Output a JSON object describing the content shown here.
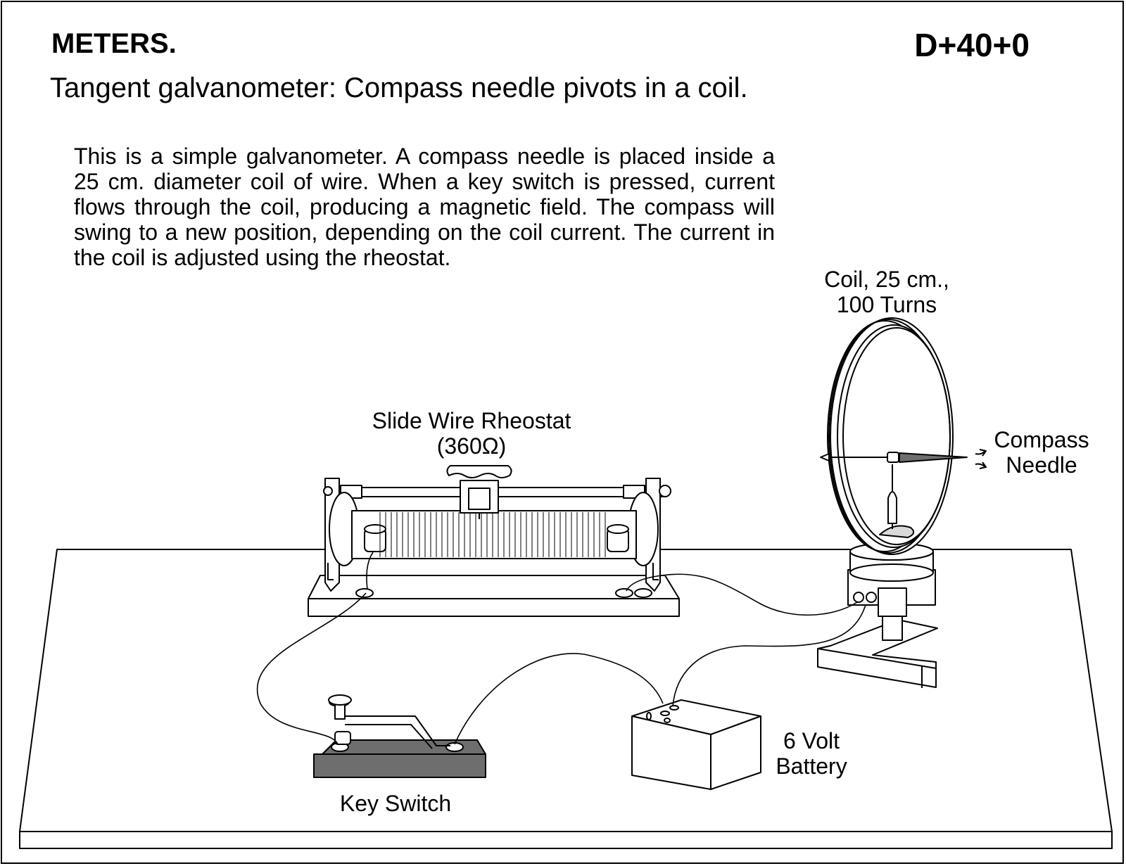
{
  "header": {
    "section": "METERS.",
    "code": "D+40+0",
    "subtitle": "Tangent galvanometer: Compass needle pivots in a coil."
  },
  "description": "This is a simple galvanometer.  A compass needle is placed inside a 25 cm. diameter coil of wire.  When a key switch is pressed, current flows through the coil, producing a magnetic field.  The compass will swing to a new position, depending on the coil current.  The current in the coil is adjusted using the rheostat.",
  "labels": {
    "rheostat_line1": "Slide Wire Rheostat",
    "rheostat_line2": "(360Ω)",
    "coil_line1": "Coil, 25 cm.,",
    "coil_line2": "100 Turns",
    "needle_line1": "Compass",
    "needle_line2": "Needle",
    "battery_line1": "6 Volt",
    "battery_line2": "Battery",
    "key_switch": "Key Switch"
  },
  "colors": {
    "ink": "#000000",
    "paper": "#ffffff",
    "key_base": "#6e6e6e",
    "light_gray": "#d9d9d9"
  }
}
